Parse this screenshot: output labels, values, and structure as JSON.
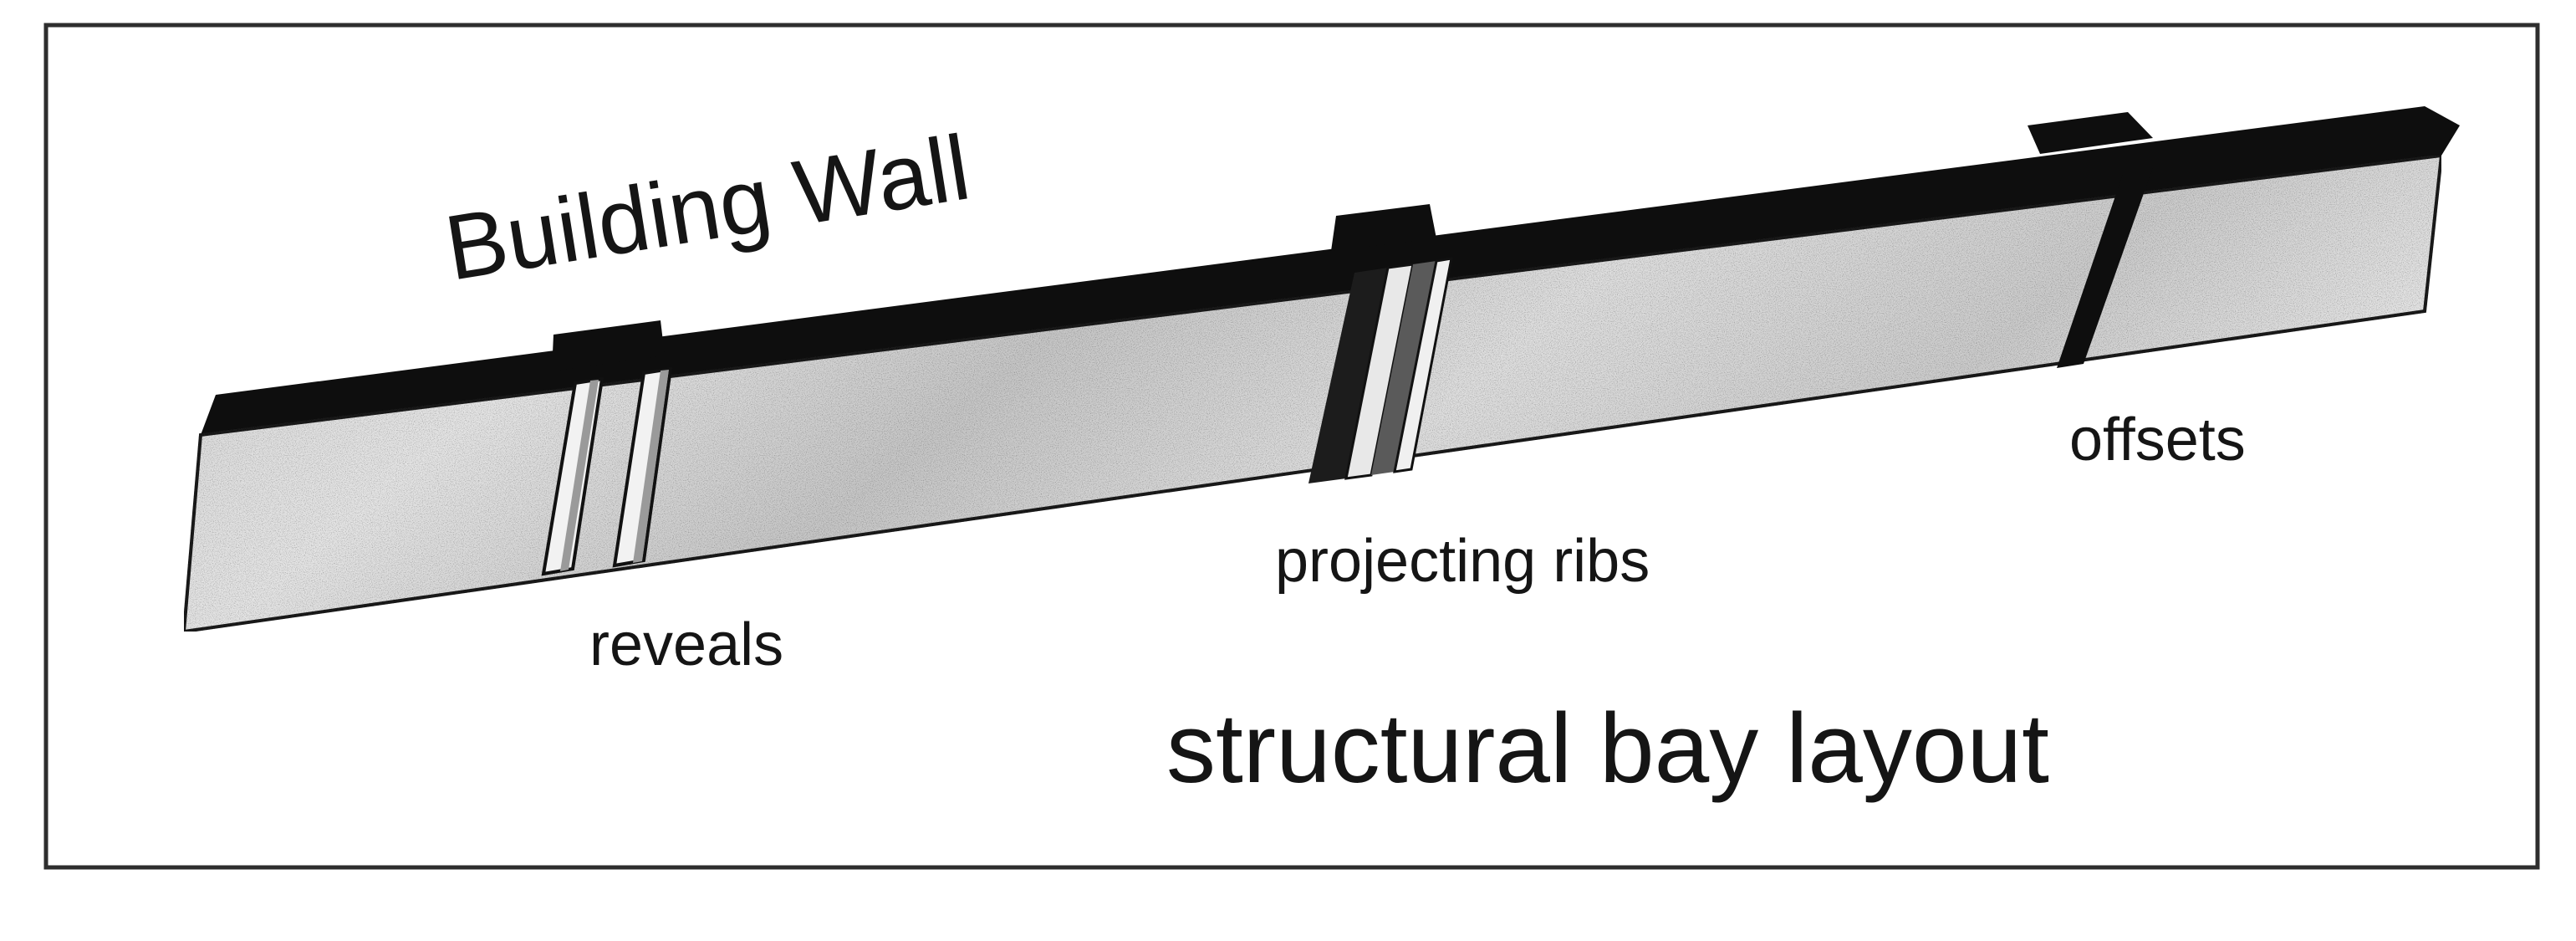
{
  "diagram": {
    "title": "Building Wall",
    "labels": {
      "reveals": "reveals",
      "projecting_ribs": "projecting ribs",
      "offsets": "offsets"
    },
    "caption": "structural bay layout"
  },
  "colors": {
    "ink": "#111111",
    "wall_face": "#d2d2d2",
    "frame": "#333333"
  }
}
